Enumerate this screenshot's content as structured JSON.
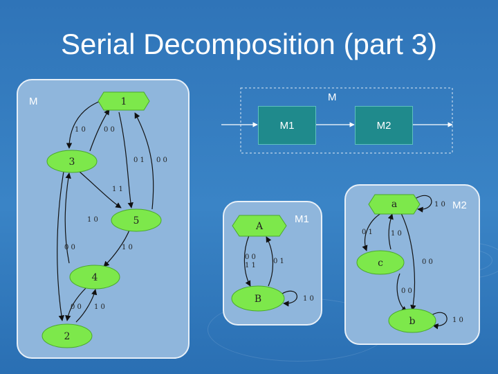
{
  "title": "Serial Decomposition (part 3)",
  "colors": {
    "state_fill": "#7de84b",
    "state_stroke": "#4aa82a",
    "panel": "#8fb6dc",
    "block": "#1f8a8c"
  },
  "machine_m": {
    "label": "M",
    "states": [
      "1",
      "3",
      "5",
      "4",
      "2"
    ],
    "edge_labels": [
      "1 0",
      "0 0",
      "0 1",
      "0 0",
      "1 1",
      "1 0",
      "0 0",
      "1 0",
      "0 0",
      "1 0"
    ]
  },
  "block_diagram": {
    "label": "M",
    "blocks": [
      "M1",
      "M2"
    ]
  },
  "machine_m1": {
    "label": "M1",
    "states": [
      "A",
      "B"
    ],
    "edge_labels": [
      "0 0",
      "1 1",
      "0 1",
      "1 0"
    ]
  },
  "machine_m2": {
    "label": "M2",
    "states": [
      "a",
      "c",
      "b"
    ],
    "edge_labels": [
      "1 0",
      "0 1",
      "1 0",
      "0 0",
      "0 0",
      "1 0"
    ]
  }
}
